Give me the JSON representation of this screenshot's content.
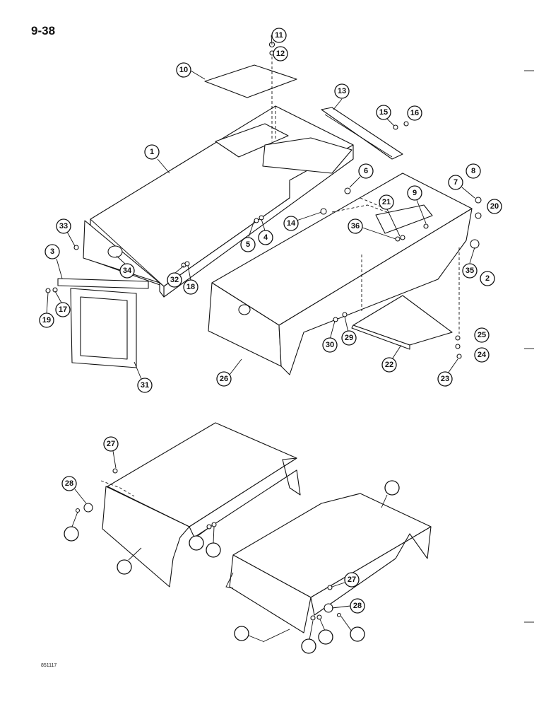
{
  "page": {
    "number": "9-38",
    "drawing_code": "851117"
  },
  "callouts": [
    "11",
    "12",
    "10",
    "13",
    "15",
    "16",
    "1",
    "6",
    "7",
    "8",
    "9",
    "21",
    "20",
    "36",
    "14",
    "33",
    "5",
    "4",
    "3",
    "34",
    "35",
    "32",
    "2",
    "18",
    "17",
    "19",
    "31",
    "29",
    "30",
    "25",
    "24",
    "22",
    "23",
    "26",
    "27",
    "28"
  ]
}
